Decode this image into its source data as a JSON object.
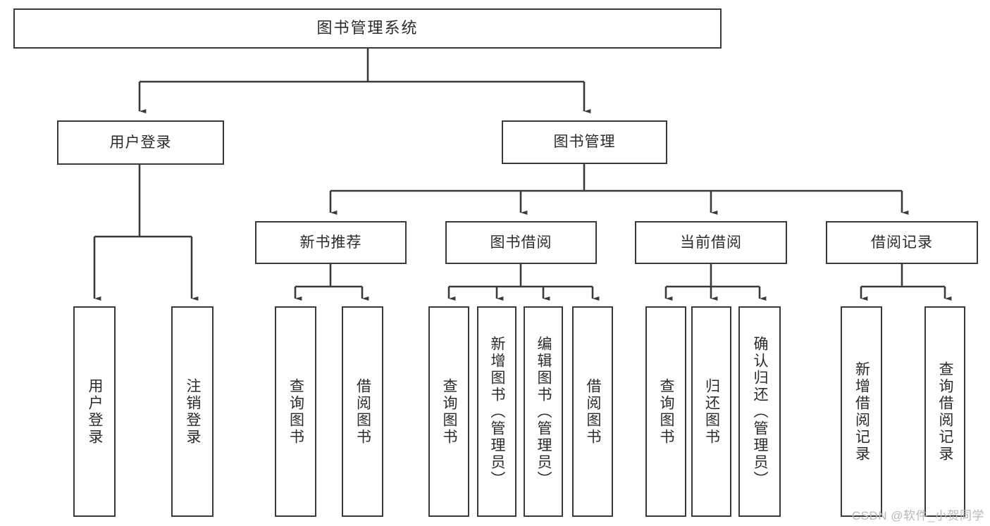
{
  "diagram": {
    "title": "图书管理系统",
    "watermark": "CSDN @软件_小贺同学",
    "colors": {
      "stroke": "#3a3a3a",
      "text": "#2b2b2b",
      "background": "#ffffff",
      "watermark": "#b8b8b8"
    },
    "nodes": {
      "root": {
        "label": "图书管理系统"
      },
      "level2": [
        {
          "label": "用户登录"
        },
        {
          "label": "图书管理"
        }
      ],
      "level3": [
        {
          "label": "新书推荐"
        },
        {
          "label": "图书借阅"
        },
        {
          "label": "当前借阅"
        },
        {
          "label": "借阅记录"
        }
      ],
      "leaves_user_login": [
        {
          "label": "用户登录"
        },
        {
          "label": "注销登录"
        }
      ],
      "leaves_new_book": [
        {
          "label": "查询图书"
        },
        {
          "label": "借阅图书"
        }
      ],
      "leaves_borrow": [
        {
          "label": "查询图书"
        },
        {
          "label": "新增图书（管理员）"
        },
        {
          "label": "编辑图书（管理员）"
        },
        {
          "label": "借阅图书"
        }
      ],
      "leaves_current": [
        {
          "label": "查询图书"
        },
        {
          "label": "归还图书"
        },
        {
          "label": "确认归还（管理员）"
        }
      ],
      "leaves_record": [
        {
          "label": "新增借阅记录"
        },
        {
          "label": "查询借阅记录"
        }
      ]
    }
  }
}
